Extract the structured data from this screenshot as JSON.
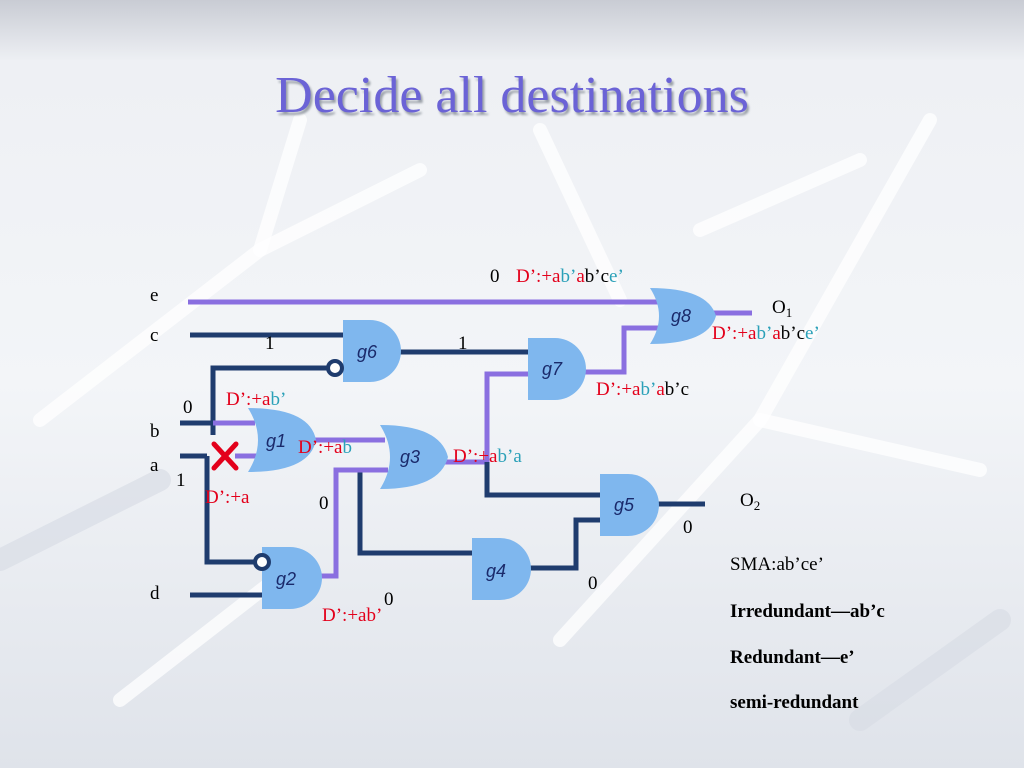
{
  "slide": {
    "title": "Decide all destinations"
  },
  "inputs": {
    "e": "e",
    "c": "c",
    "b": "b",
    "a": "a",
    "d": "d"
  },
  "outputs": {
    "o1_main": "O",
    "o1_sub": "1",
    "o2_main": "O",
    "o2_sub": "2"
  },
  "gates": [
    "g1",
    "g2",
    "g3",
    "g4",
    "g5",
    "g6",
    "g7",
    "g8"
  ],
  "values": {
    "e_val": "0",
    "c_after_g6": "1",
    "g6_out": "1",
    "b_val": "0",
    "a_val": "1",
    "g3_in2": "0",
    "g2_out": "0",
    "g5_out": "0",
    "g4_out": "0"
  },
  "d_labels": {
    "top": [
      "D’:+a",
      "b’",
      "a",
      "b’c",
      "e’"
    ],
    "g8_out": [
      "D’:+a",
      "b’",
      "a",
      "b’c",
      "e’"
    ],
    "g7_out": [
      "D’:+a",
      "b’",
      "a",
      "b’c"
    ],
    "g1_in": [
      "D’:+a",
      "b’"
    ],
    "g1_out": [
      "D’:+a",
      "b"
    ],
    "g3_out": [
      "D’:+a",
      "b’",
      "a"
    ],
    "a_stem": "D’:+a",
    "g2_out": "D’:+ab’"
  },
  "notes": {
    "sma": "SMA:ab’ce’",
    "irredundant": "Irredundant—ab’c",
    "redundant": "Redundant—e’",
    "semi": "semi-redundant"
  },
  "colors": {
    "title": "#6b63d6",
    "wire_dark": "#1f3c6e",
    "wire_purple": "#8a6fe0",
    "gate_fill": "#7fb7ee",
    "fault_x": "#e3001b",
    "d_label_red": "#e3001b",
    "d_label_teal": "#2aa0b8"
  },
  "icons": {
    "fault": "fault-x-icon",
    "inverter": "inversion-bubble-icon"
  }
}
